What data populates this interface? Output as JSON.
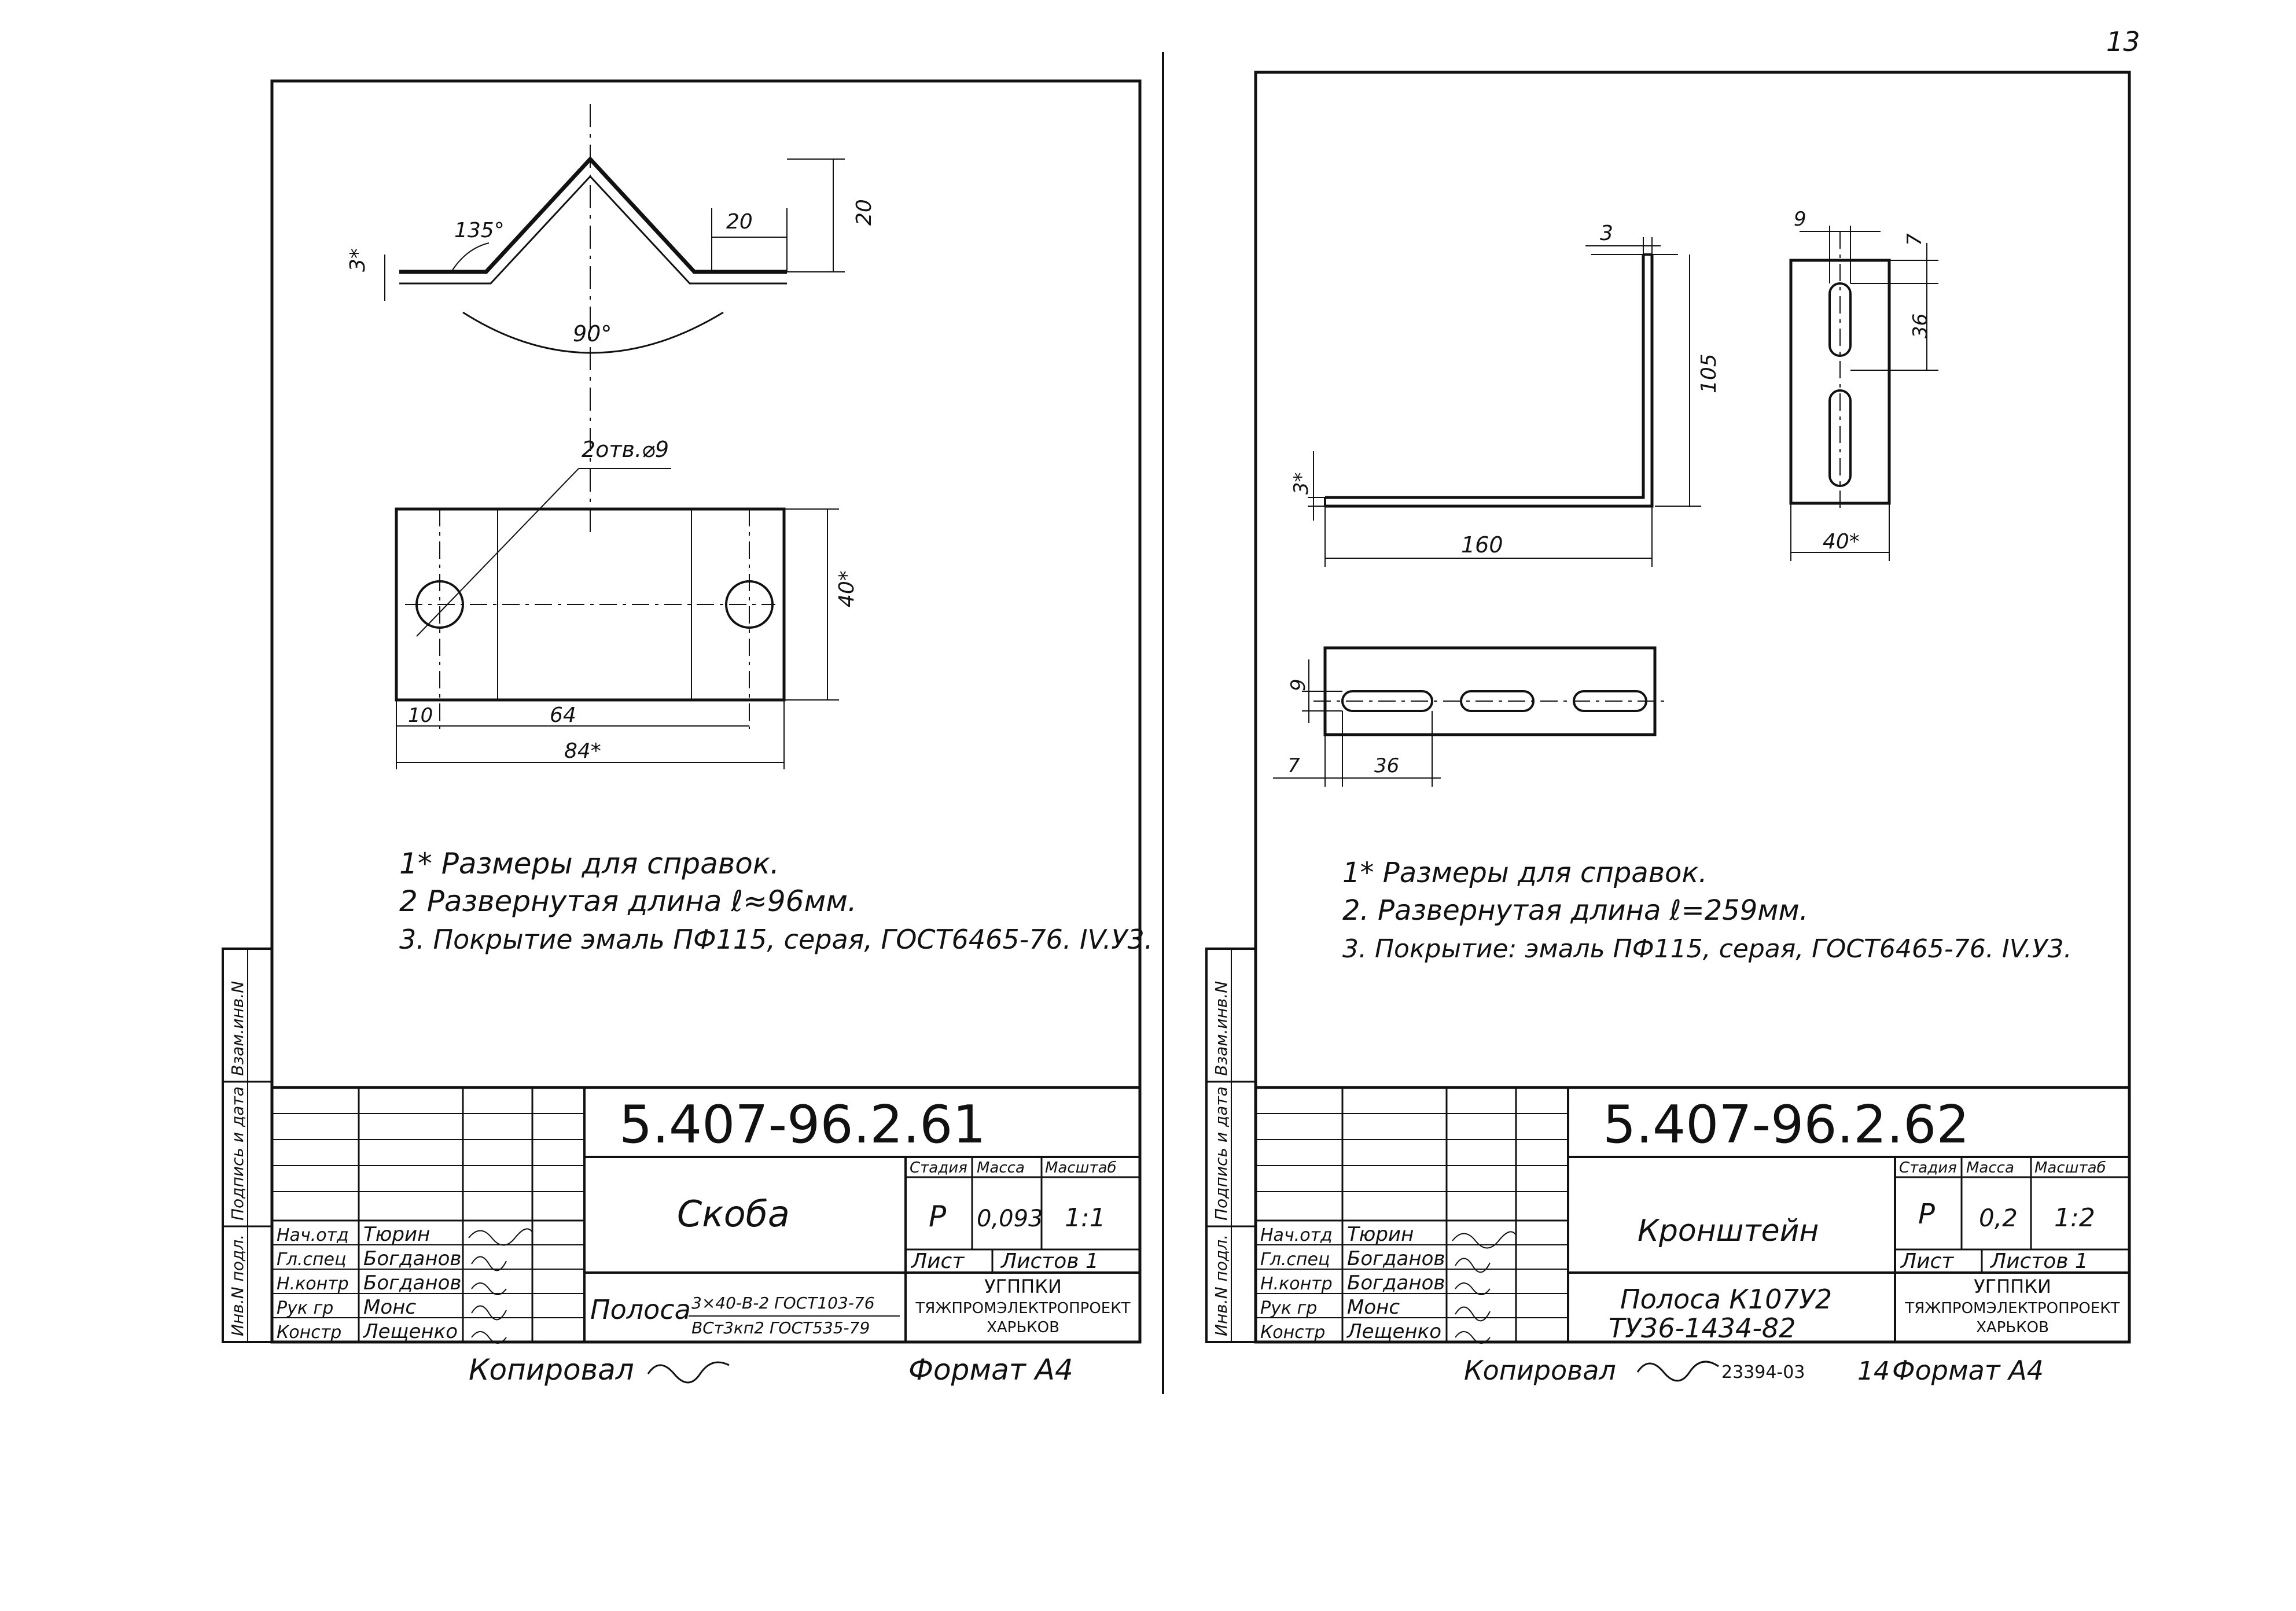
{
  "page_number": "13",
  "sheets": [
    {
      "code": "5.407-96.2.61",
      "title": "Скоба",
      "notes": [
        "1* Размеры для справок.",
        "2  Развернутая длина ℓ≈96мм.",
        "3. Покрытие эмаль ПФ115, серая, ГОСТ6465-76. IV.У3."
      ],
      "dims": {
        "thickness": "3*",
        "angle_135": "135°",
        "flange": "20",
        "height": "20",
        "angle_90": "90°",
        "holes": "2отв.⌀9",
        "width": "40*",
        "edge": "10",
        "pitch": "64",
        "length": "84*"
      },
      "headers": {
        "stage": "Стадия",
        "mass": "Масса",
        "scale": "Масштаб",
        "sheet": "Лист",
        "sheets_total": "Листов 1"
      },
      "stage": "Р",
      "mass": "0,093",
      "scale": "1:1",
      "material_label": "Полоса",
      "material_line1": "3×40-В-2 ГОСТ103-76",
      "material_line2": "ВСт3кп2 ГОСТ535-79",
      "org_line1": "УГППКИ",
      "org_line2": "ТЯЖПРОМЭЛЕКТРОПРОЕКТ",
      "org_line3": "ХАРЬКОВ",
      "signers": [
        {
          "role": "Нач.отд",
          "name": "Тюрин"
        },
        {
          "role": "Гл.спец",
          "name": "Богданов"
        },
        {
          "role": "Н.контр",
          "name": "Богданов"
        },
        {
          "role": "Рук гр",
          "name": "Монс"
        },
        {
          "role": "Констр",
          "name": "Лещенко"
        }
      ],
      "side_labels": [
        "Инв.N подл.",
        "Подпись и дата",
        "Взам.инв.N"
      ],
      "footer_copied": "Копировал",
      "footer_format": "Формат А4"
    },
    {
      "code": "5.407-96.2.62",
      "title": "Кронштейн",
      "notes": [
        "1* Размеры для справок.",
        "2. Развернутая длина ℓ=259мм.",
        "3. Покрытие: эмаль ПФ115, серая, ГОСТ6465-76. IV.У3."
      ],
      "dims": {
        "thickness_top": "3",
        "thickness_side": "3*",
        "height": "105",
        "length": "160",
        "slot_w": "9",
        "slot_off": "7",
        "slot_pitch": "36",
        "width": "40*",
        "b_slot_w": "9",
        "b_off": "7",
        "b_pitch": "36"
      },
      "headers": {
        "stage": "Стадия",
        "mass": "Масса",
        "scale": "Масштаб",
        "sheet": "Лист",
        "sheets_total": "Листов 1"
      },
      "stage": "Р",
      "mass": "0,2",
      "scale": "1:2",
      "material_line1": "Полоса К107У2",
      "material_line2": "ТУ36-1434-82",
      "org_line1": "УГППКИ",
      "org_line2": "ТЯЖПРОМЭЛЕКТРОПРОЕКТ",
      "org_line3": "ХАРЬКОВ",
      "signers": [
        {
          "role": "Нач.отд",
          "name": "Тюрин"
        },
        {
          "role": "Гл.спец",
          "name": "Богданов"
        },
        {
          "role": "Н.контр",
          "name": "Богданов"
        },
        {
          "role": "Рук гр",
          "name": "Монс"
        },
        {
          "role": "Констр",
          "name": "Лещенко"
        }
      ],
      "side_labels": [
        "Инв.N подл.",
        "Подпись и дата",
        "Взам.инв.N"
      ],
      "footer_copied": "Копировал",
      "footer_extra": "23394-03",
      "footer_sheet": "14",
      "footer_format": "Формат А4"
    }
  ]
}
